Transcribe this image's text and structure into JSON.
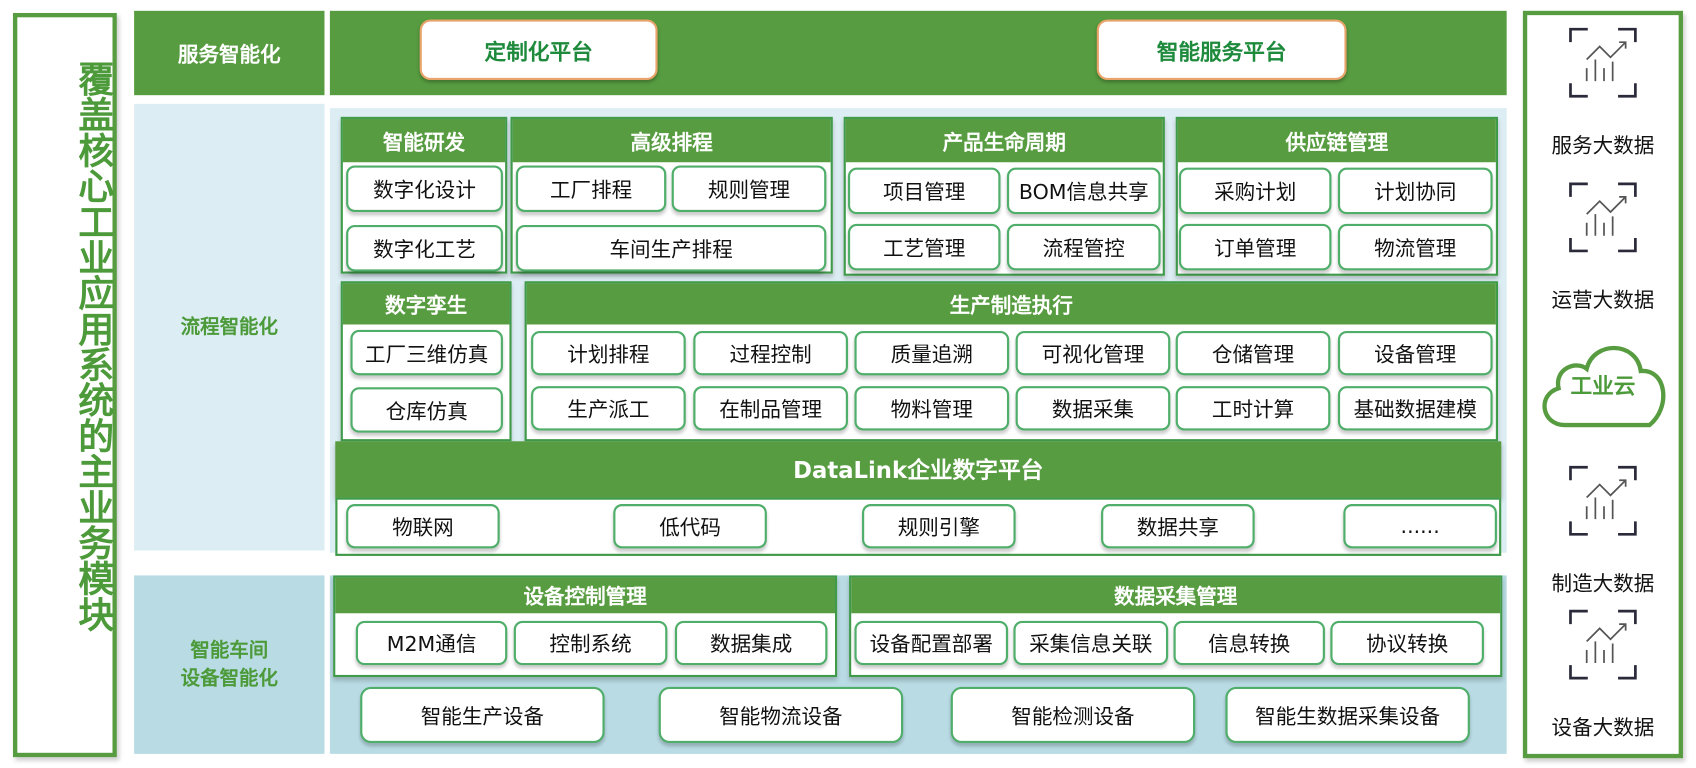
{
  "left_title": "覆盖核心工业应用系统的主业务模块",
  "service": {
    "label": "服务智能化",
    "buttons": [
      "定制化平台",
      "智能服务平台"
    ]
  },
  "process": {
    "label": "流程智能化",
    "modules": [
      {
        "title": "智能研发",
        "items": [
          "数字化设计",
          "数字化工艺"
        ]
      },
      {
        "title": "高级排程",
        "items": [
          "工厂排程",
          "规则管理",
          "车间生产排程"
        ]
      },
      {
        "title": "产品生命周期",
        "items": [
          "项目管理",
          "BOM信息共享",
          "工艺管理",
          "流程管控"
        ]
      },
      {
        "title": "供应链管理",
        "items": [
          "采购计划",
          "计划协同",
          "订单管理",
          "物流管理"
        ]
      },
      {
        "title": "数字孪生",
        "items": [
          "工厂三维仿真",
          "仓库仿真"
        ]
      },
      {
        "title": "生产制造执行",
        "items": [
          "计划排程",
          "过程控制",
          "质量追溯",
          "可视化管理",
          "仓储管理",
          "设备管理",
          "生产派工",
          "在制品管理",
          "物料管理",
          "数据采集",
          "工时计算",
          "基础数据建模"
        ]
      }
    ],
    "platform": {
      "title": "DataLink企业数字平台",
      "items": [
        "物联网",
        "低代码",
        "规则引擎",
        "数据共享",
        "......"
      ]
    }
  },
  "workshop": {
    "label_lines": [
      "智能车间",
      "设备智能化"
    ],
    "modules": [
      {
        "title": "设备控制管理",
        "items": [
          "M2M通信",
          "控制系统",
          "数据集成"
        ]
      },
      {
        "title": "数据采集管理",
        "items": [
          "设备配置部署",
          "采集信息关联",
          "信息转换",
          "协议转换"
        ]
      }
    ],
    "devices": [
      "智能生产设备",
      "智能物流设备",
      "智能检测设备",
      "智能生数据采集设备"
    ]
  },
  "right": {
    "items": [
      "服务大数据",
      "运营大数据",
      "制造大数据",
      "设备大数据"
    ],
    "cloud": "工业云"
  },
  "colors": {
    "green": "#579c40",
    "light_blue": "#dcedf3",
    "item_border": "#4fae69",
    "orange": "#e8a46a"
  }
}
